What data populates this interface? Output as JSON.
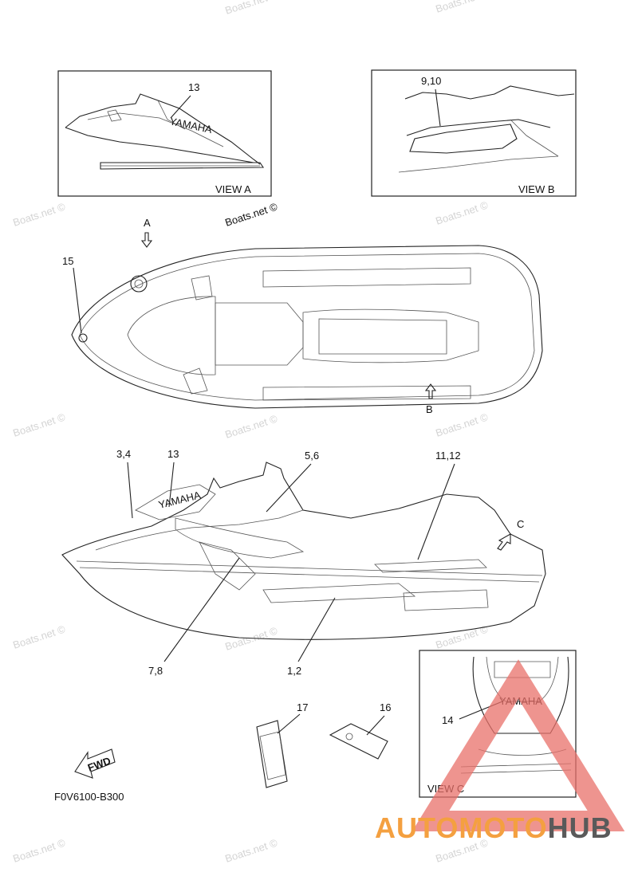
{
  "watermark": "Boats.net ©",
  "diagram_code": "F0V6100-B300",
  "views": {
    "a": "VIEW A",
    "b": "VIEW B",
    "c": "VIEW C"
  },
  "arrows": {
    "a": "A",
    "b": "B",
    "c": "C"
  },
  "callouts": {
    "n13_top": "13",
    "n9_10": "9,10",
    "n15": "15",
    "n3_4": "3,4",
    "n13_side": "13",
    "n5_6": "5,6",
    "n11_12": "11,12",
    "n7_8": "7,8",
    "n1_2": "1,2",
    "n17": "17",
    "n16": "16",
    "n14": "14"
  },
  "fwd_label": "FWD",
  "decal_text": "YAMAHA",
  "logo": {
    "part1": "AUTOMOTO",
    "part2": "HUB",
    "colors": {
      "part1": "#f4a040",
      "part2": "#5a5a5a",
      "triangle": "#e8706a"
    }
  }
}
